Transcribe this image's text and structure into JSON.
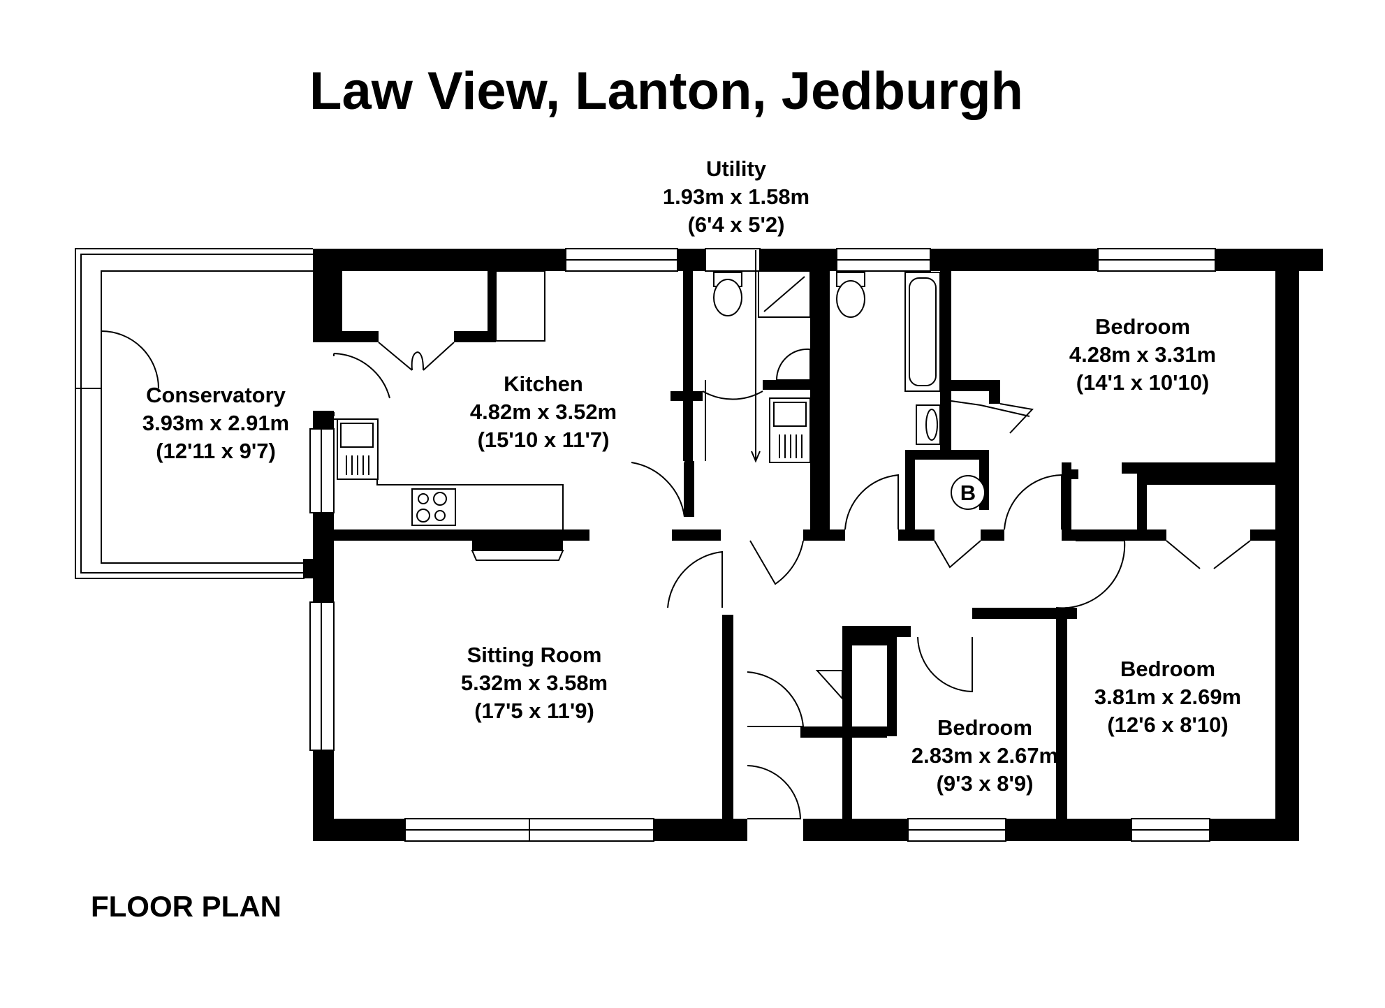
{
  "title": "Law View, Lanton, Jedburgh",
  "caption": "FLOOR PLAN",
  "rooms": {
    "conservatory": {
      "name": "Conservatory",
      "metric": "3.93m x 2.91m",
      "imperial": "(12'11 x 9'7)"
    },
    "kitchen": {
      "name": "Kitchen",
      "metric": "4.82m x 3.52m",
      "imperial": "(15'10 x 11'7)"
    },
    "utility": {
      "name": "Utility",
      "metric": "1.93m x 1.58m",
      "imperial": "(6'4 x 5'2)"
    },
    "bedroom_top_right": {
      "name": "Bedroom",
      "metric": "4.28m x 3.31m",
      "imperial": "(14'1 x 10'10)"
    },
    "sitting_room": {
      "name": "Sitting Room",
      "metric": "5.32m x 3.58m",
      "imperial": "(17'5 x 11'9)"
    },
    "bedroom_bottom_middle": {
      "name": "Bedroom",
      "metric": "2.83m x 2.67m",
      "imperial": "(9'3 x 8'9)"
    },
    "bedroom_bottom_right": {
      "name": "Bedroom",
      "metric": "3.81m x 2.69m",
      "imperial": "(12'6 x 8'10)"
    }
  },
  "boiler_marker": "B"
}
